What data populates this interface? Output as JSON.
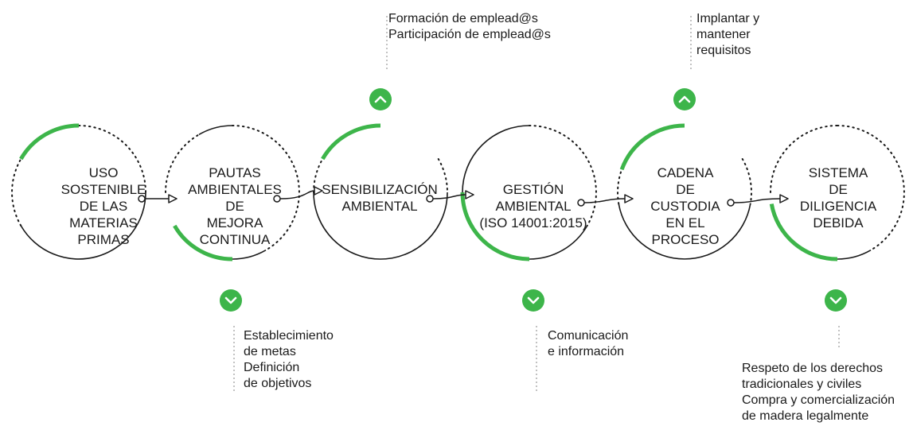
{
  "colors": {
    "accent": "#3db54a",
    "stroke": "#1a1a1a",
    "text": "#1a1a1a",
    "background": "#ffffff"
  },
  "stages": [
    {
      "lines": [
        "USO",
        "SOSTENIBLE",
        "DE LAS",
        "MATERIAS",
        "PRIMAS"
      ]
    },
    {
      "lines": [
        "PAUTAS",
        "AMBIENTALES",
        "DE",
        "MEJORA",
        "CONTINUA"
      ]
    },
    {
      "lines": [
        "SENSIBILIZACIÓN",
        "AMBIENTAL"
      ]
    },
    {
      "lines": [
        "GESTIÓN",
        "AMBIENTAL",
        "(ISO 14001:2015)"
      ]
    },
    {
      "lines": [
        "CADENA",
        "DE",
        "CUSTODIA",
        "EN EL",
        "PROCESO"
      ]
    },
    {
      "lines": [
        "SISTEMA",
        "DE",
        "DILIGENCIA",
        "DEBIDA"
      ]
    }
  ],
  "notes": [
    {
      "lines": [
        "Formación de emplead@s",
        "Participación de emplead@s"
      ],
      "icon": "chevron-up-icon"
    },
    {
      "lines": [
        "Implantar y",
        "mantener",
        "requisitos"
      ],
      "icon": "chevron-up-icon"
    },
    {
      "lines": [
        "Establecimiento",
        "de metas",
        "Definición",
        "de objetivos"
      ],
      "icon": "chevron-down-icon"
    },
    {
      "lines": [
        "Comunicación",
        "e información"
      ],
      "icon": "chevron-down-icon"
    },
    {
      "lines": [
        "Respeto de los derechos",
        "tradicionales y civiles",
        "Compra y comercialización",
        "de madera legalmente"
      ],
      "icon": "chevron-down-icon"
    }
  ]
}
